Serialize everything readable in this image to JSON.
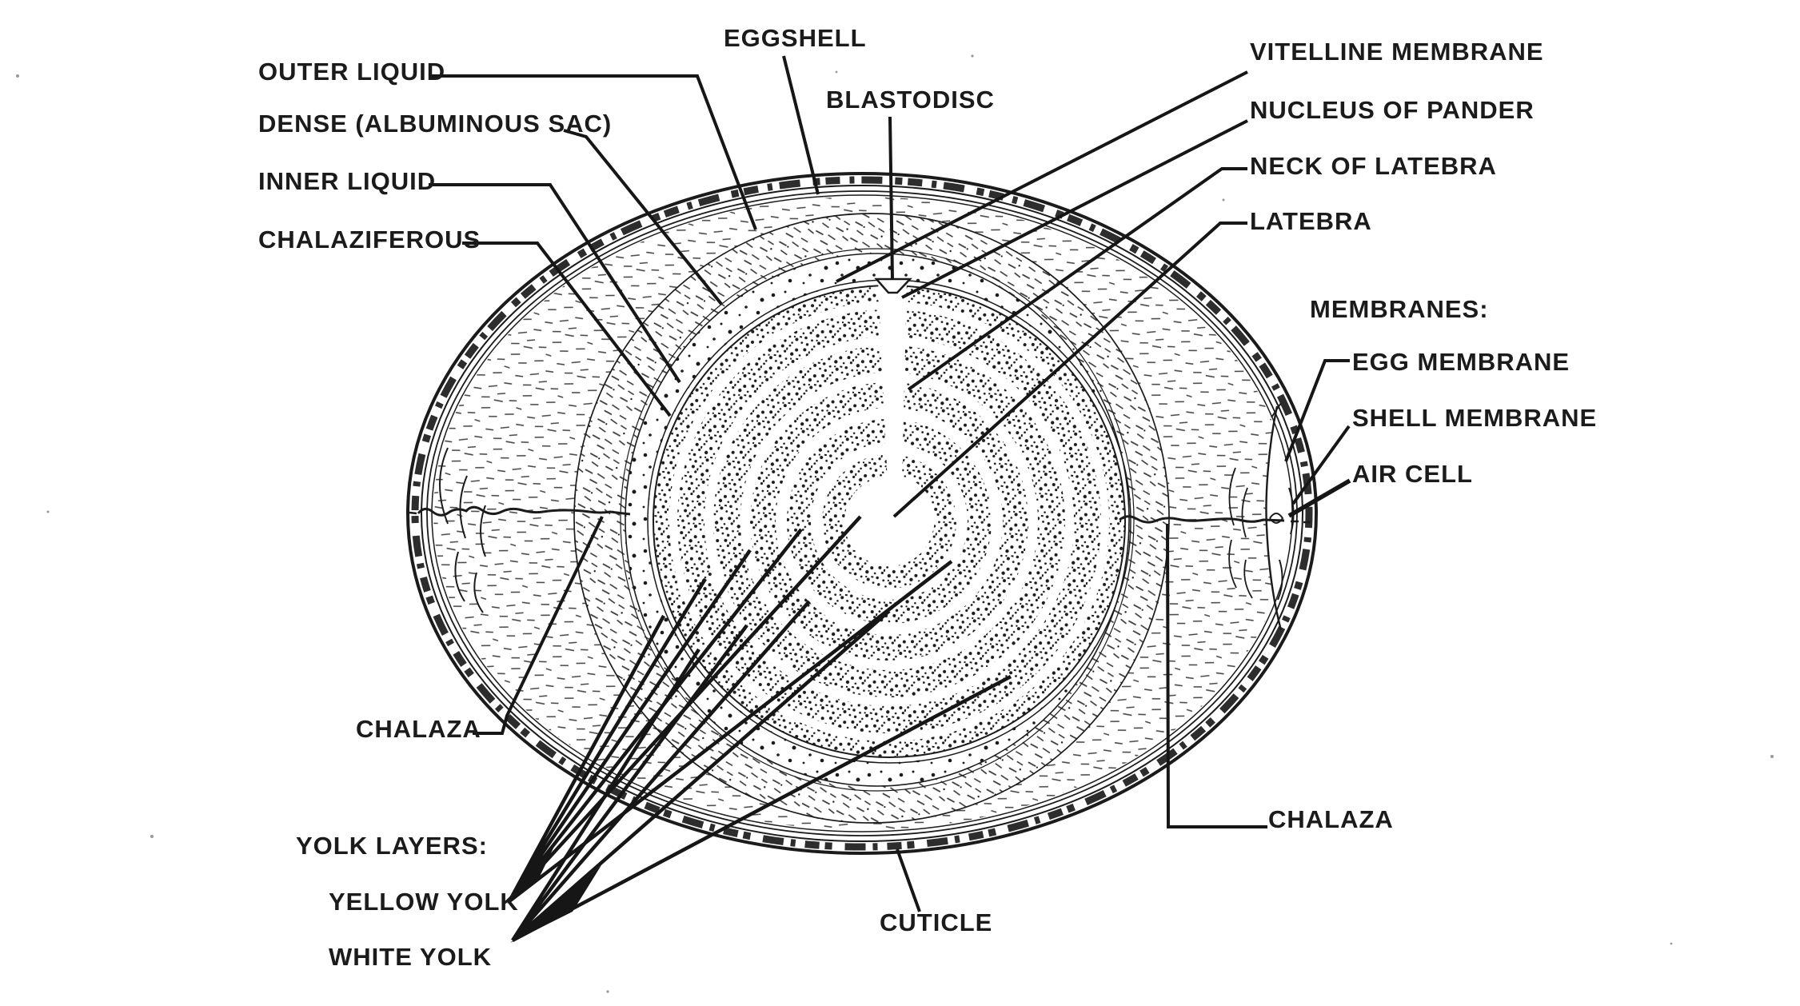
{
  "figure": {
    "title": "Cross-section diagram of a hen's egg",
    "style": "black ink line drawing with stippled shading on white paper"
  },
  "colors": {
    "ink": "#1b1b1b",
    "paper": "#ffffff"
  },
  "labels": {
    "outer_liquid": "OUTER LIQUID",
    "dense_albuminous_sac": "DENSE (ALBUMINOUS SAC)",
    "inner_liquid": "INNER LIQUID",
    "chalaziferous": "CHALAZIFEROUS",
    "eggshell": "EGGSHELL",
    "blastodisc": "BLASTODISC",
    "vitelline_membrane": "VITELLINE MEMBRANE",
    "nucleus_of_pander": "NUCLEUS OF PANDER",
    "neck_of_latebra": "NECK OF LATEBRA",
    "latebra": "LATEBRA",
    "membranes_heading": "MEMBRANES:",
    "egg_membrane": "EGG MEMBRANE",
    "shell_membrane": "SHELL MEMBRANE",
    "air_cell": "AIR CELL",
    "chalaza_left": "CHALAZA",
    "chalaza_right": "CHALAZA",
    "yolk_layers_heading": "YOLK LAYERS:",
    "yellow_yolk": "YELLOW YOLK",
    "white_yolk": "WHITE YOLK",
    "cuticle": "CUTICLE"
  }
}
